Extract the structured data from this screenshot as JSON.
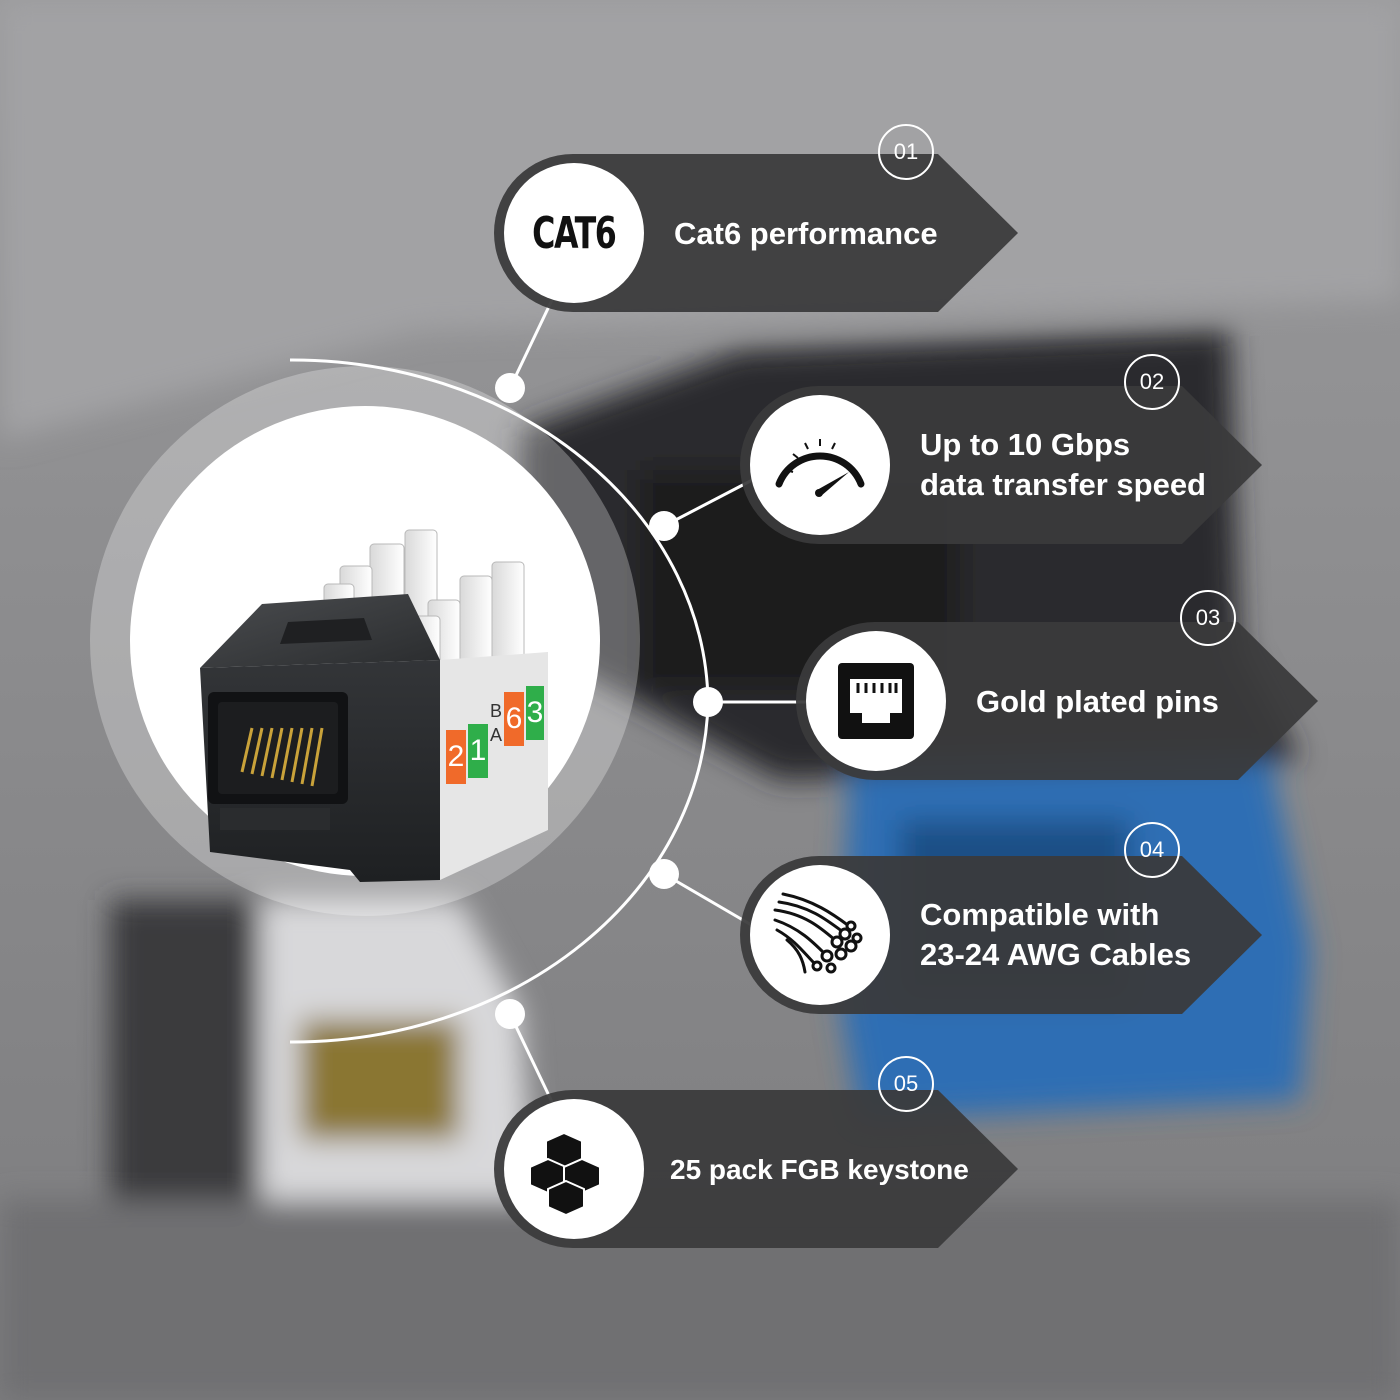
{
  "features": [
    {
      "number": "01",
      "lines": [
        "Cat6 performance"
      ],
      "icon": "cat6-text-icon",
      "icon_text": "CAT6"
    },
    {
      "number": "02",
      "lines": [
        "Up to 10 Gbps",
        "data transfer speed"
      ],
      "icon": "speedometer-icon"
    },
    {
      "number": "03",
      "lines": [
        "Gold plated pins"
      ],
      "icon": "ethernet-port-icon"
    },
    {
      "number": "04",
      "lines": [
        "Compatible with",
        "23-24 AWG Cables"
      ],
      "icon": "cable-strands-icon"
    },
    {
      "number": "05",
      "lines": [
        "25 pack FGB keystone"
      ],
      "icon": "stacked-boxes-icon"
    }
  ],
  "product": {
    "pin_labels": [
      "2",
      "1",
      "6",
      "3"
    ],
    "standard_labels": [
      "B",
      "A"
    ]
  },
  "colors": {
    "banner": "#3a3a3c",
    "icon_bg": "#ffffff",
    "accent_green": "#2fae4a",
    "accent_orange": "#f06a2a",
    "jack_body": "#2b2d2f",
    "background_gray": "#8a8a8c"
  }
}
